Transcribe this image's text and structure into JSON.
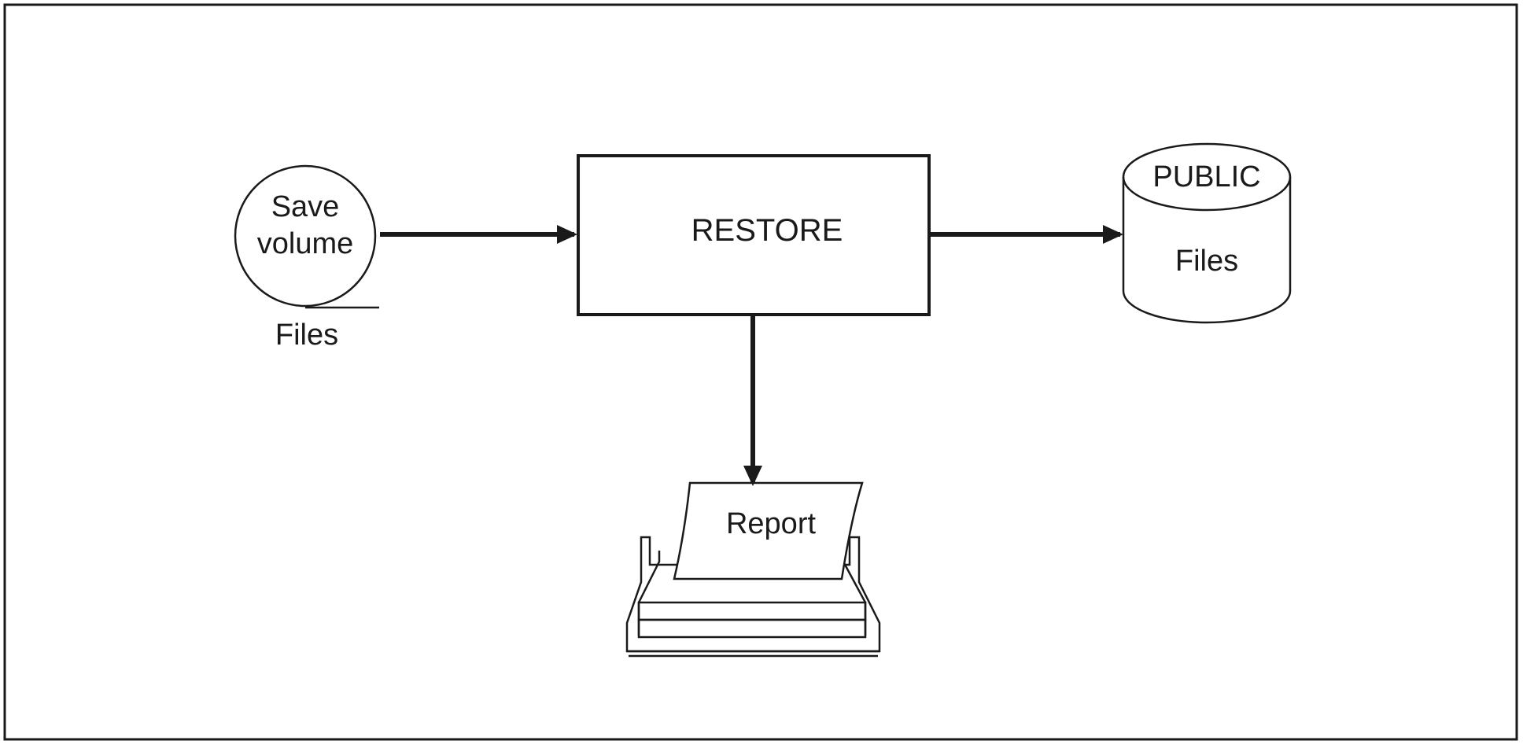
{
  "nodes": {
    "save_volume": {
      "line1": "Save",
      "line2": "volume",
      "caption": "Files"
    },
    "restore": {
      "label": "RESTORE"
    },
    "public": {
      "top_label": "PUBLIC",
      "body_label": "Files"
    },
    "report": {
      "label": "Report"
    }
  },
  "edges": [
    {
      "from": "save_volume",
      "to": "restore"
    },
    {
      "from": "restore",
      "to": "public"
    },
    {
      "from": "restore",
      "to": "report"
    }
  ],
  "colors": {
    "ink": "#1a1a1a",
    "background": "#ffffff"
  }
}
